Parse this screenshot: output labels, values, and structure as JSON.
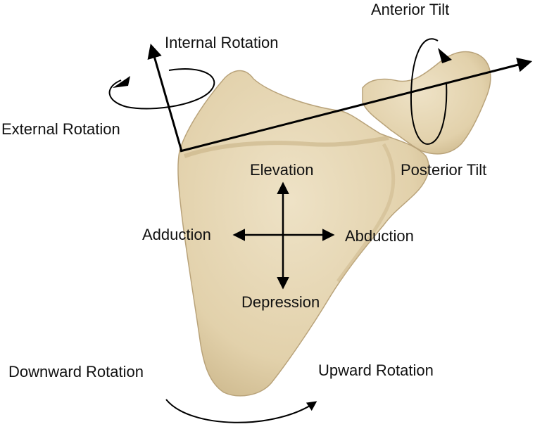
{
  "labels": {
    "anterior_tilt": "Anterior Tilt",
    "internal_rotation": "Internal Rotation",
    "external_rotation": "External Rotation",
    "posterior_tilt": "Posterior Tilt",
    "elevation": "Elevation",
    "adduction": "Adduction",
    "abduction": "Abduction",
    "depression": "Depression",
    "downward_rotation": "Downward Rotation",
    "upward_rotation": "Upward Rotation"
  },
  "colors": {
    "bone": "#e6d7b6",
    "bone_shadow": "#cdb98e",
    "arrow": "#000000",
    "text": "#111111"
  }
}
